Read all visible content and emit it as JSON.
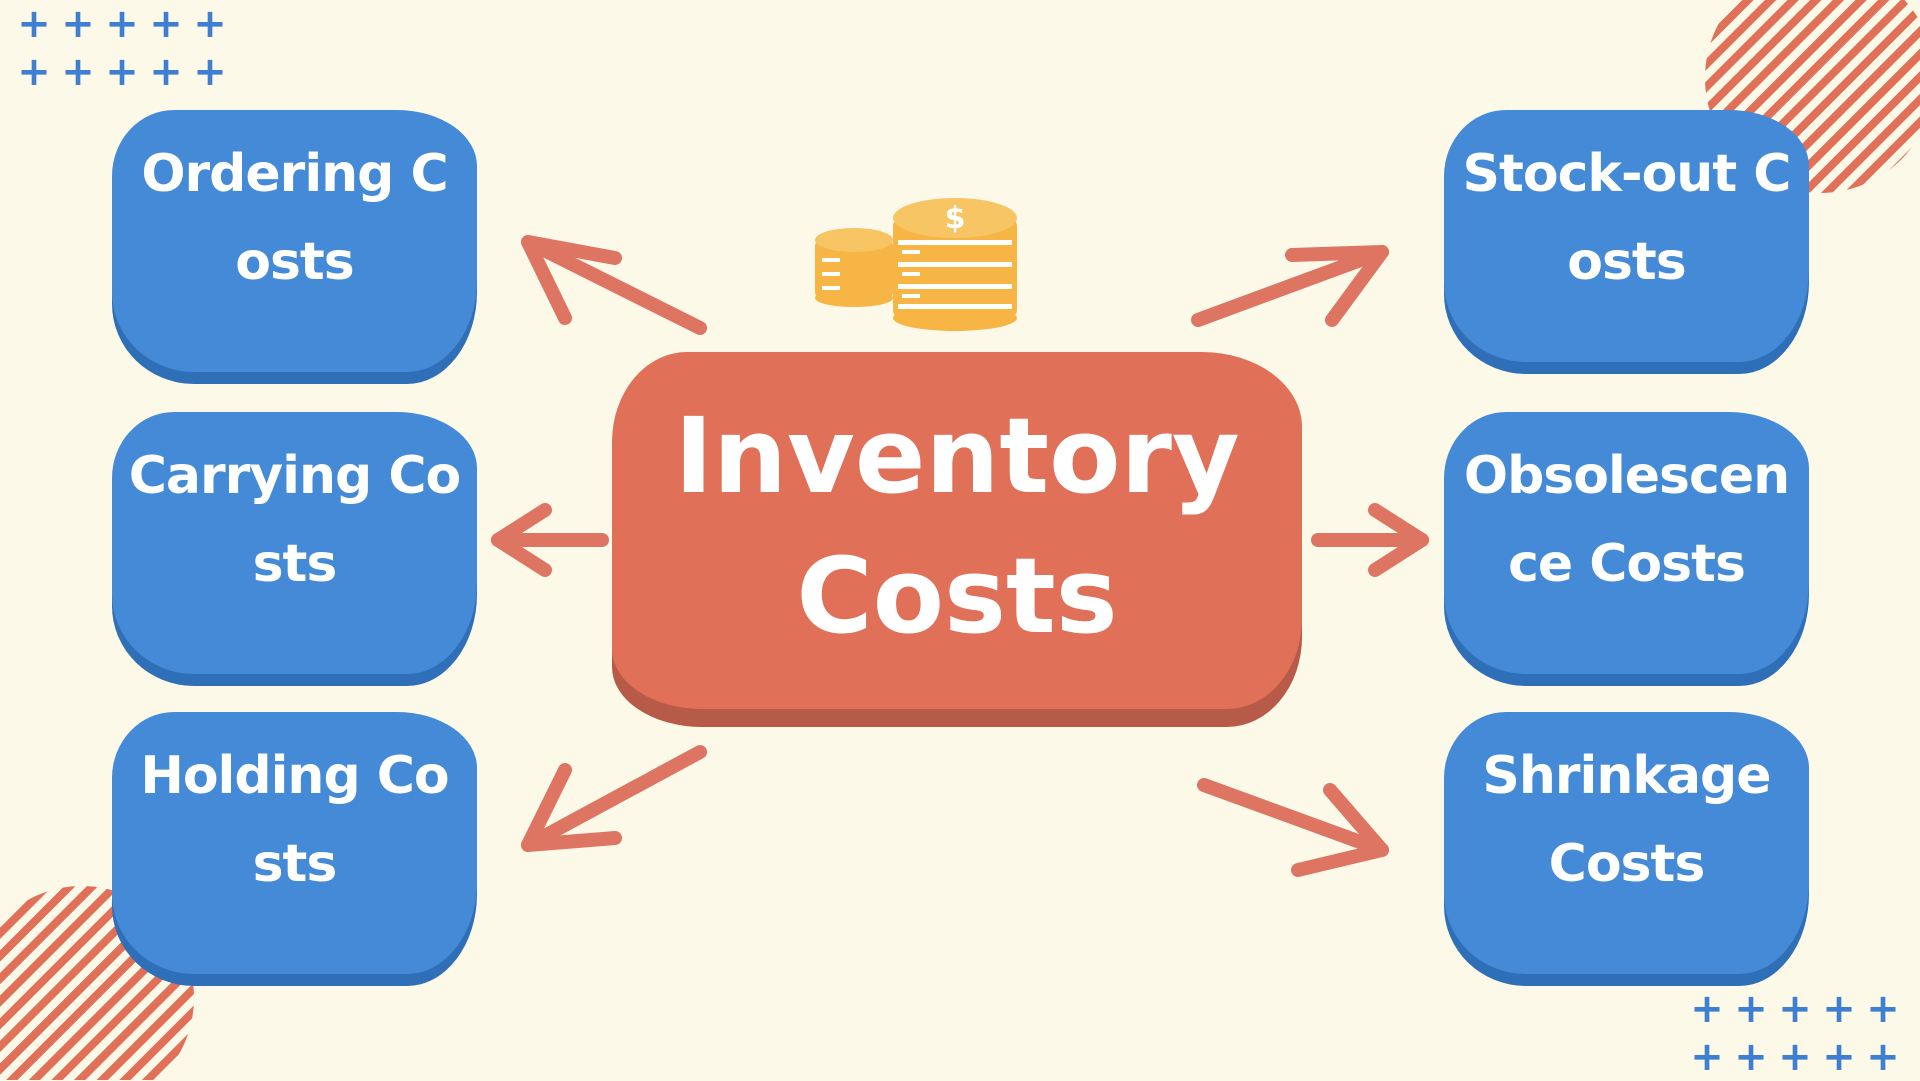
{
  "diagram": {
    "center": {
      "title": "Inventory Costs"
    },
    "cards": [
      {
        "id": "ordering",
        "label": "Ordering Costs"
      },
      {
        "id": "carrying",
        "label": "Carrying Costs"
      },
      {
        "id": "holding",
        "label": "Holding Costs"
      },
      {
        "id": "stock-out",
        "label": "Stock-out Costs"
      },
      {
        "id": "obsolescence",
        "label": "Obsolescence Costs"
      },
      {
        "id": "shrinkage",
        "label": "Shrinkage Costs"
      }
    ]
  },
  "decor": {
    "plus_symbol": "+",
    "coin_symbol": "$"
  },
  "colors": {
    "background": "#fdf9e8",
    "card_blue": "#458ad7",
    "card_shadow": "#2f6fb8",
    "center_red": "#e07058",
    "arrow": "#de7562",
    "coin_gold": "#f6b544",
    "stripe": "#e07058",
    "plus_blue": "#3f7fd1"
  },
  "icons": [
    "arrow-icon",
    "coin-stack-icon",
    "plus-grid-decor",
    "striped-circle-decor"
  ]
}
